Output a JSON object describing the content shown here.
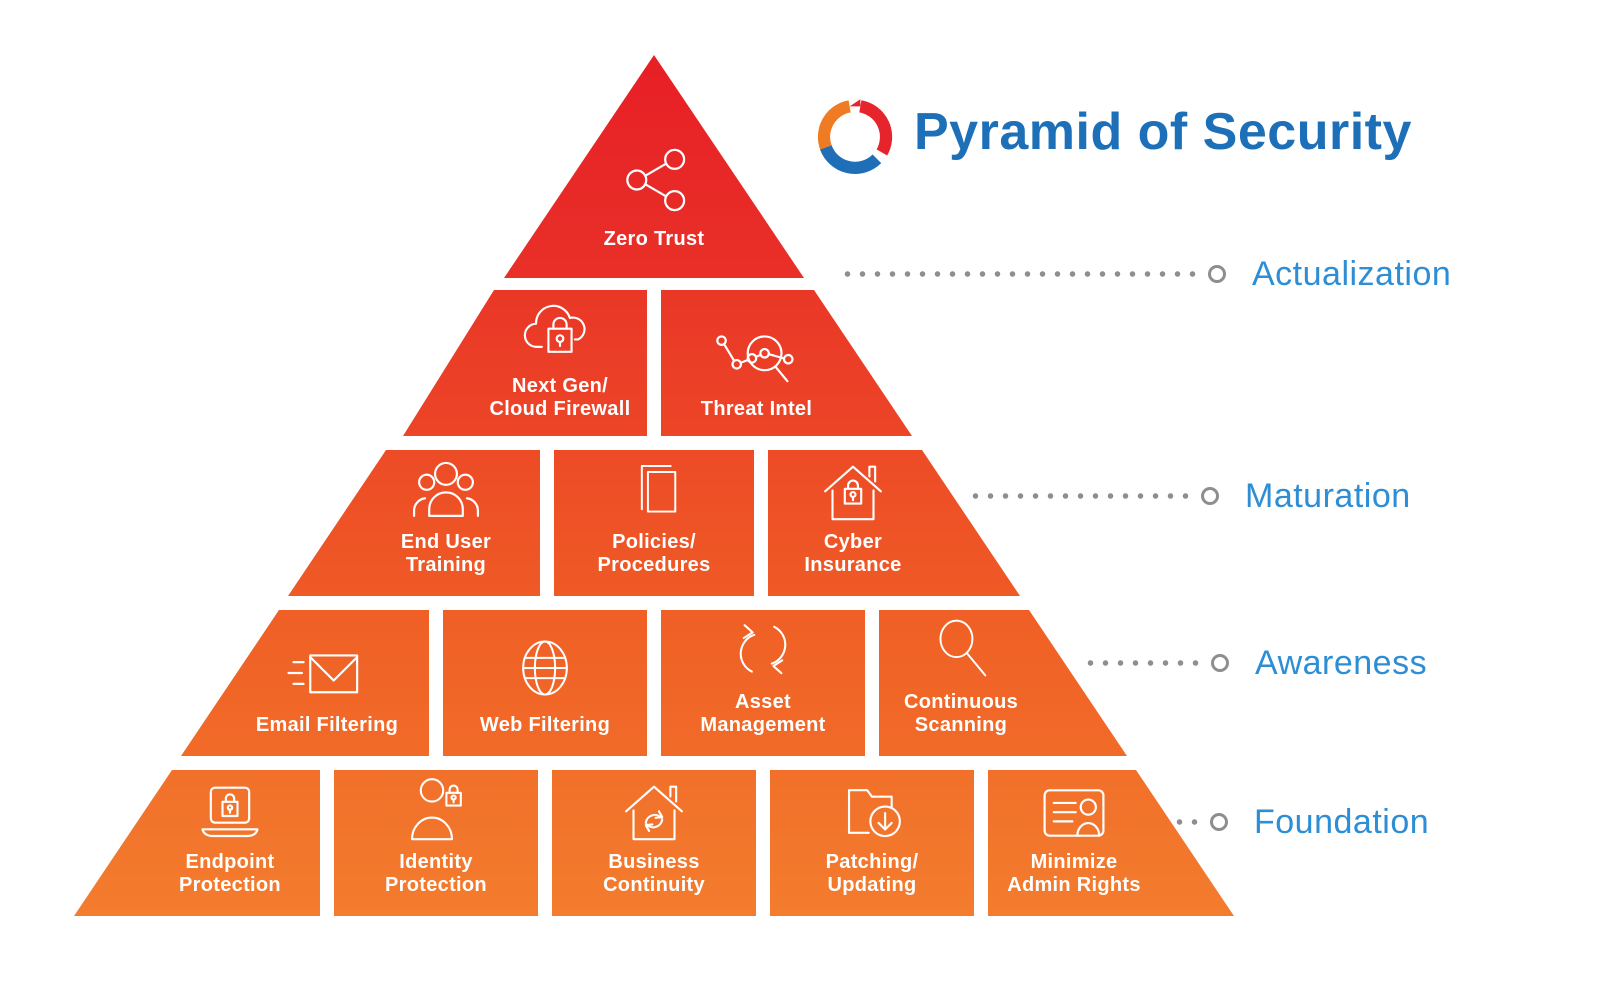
{
  "header": {
    "title": "Pyramid of Security",
    "logo_icon": "cycle-arrows-logo"
  },
  "tiers": [
    {
      "label": "Actualization"
    },
    {
      "label": "Maturation"
    },
    {
      "label": "Awareness"
    },
    {
      "label": "Foundation"
    }
  ],
  "pyramid": {
    "rows": [
      {
        "level": 1,
        "color_top": "#e71f26",
        "color_bottom": "#e93028",
        "blocks": [
          {
            "label": "Zero Trust",
            "icon": "share-network-icon"
          }
        ]
      },
      {
        "level": 2,
        "color_top": "#ea3727",
        "color_bottom": "#ec4527",
        "blocks": [
          {
            "label": "Next Gen/\nCloud Firewall",
            "icon": "cloud-firewall-lock-icon"
          },
          {
            "label": "Threat Intel",
            "icon": "threat-intel-graph-icon"
          }
        ]
      },
      {
        "level": 3,
        "color_top": "#ed4b26",
        "color_bottom": "#ef5a26",
        "blocks": [
          {
            "label": "End User\nTraining",
            "icon": "user-group-icon"
          },
          {
            "label": "Policies/\nProcedures",
            "icon": "documents-icon"
          },
          {
            "label": "Cyber\nInsurance",
            "icon": "house-lock-icon"
          }
        ]
      },
      {
        "level": 4,
        "color_top": "#f05f26",
        "color_bottom": "#f16b28",
        "blocks": [
          {
            "label": "Email Filtering",
            "icon": "email-send-icon"
          },
          {
            "label": "Web Filtering",
            "icon": "globe-icon"
          },
          {
            "label": "Asset\nManagement",
            "icon": "cycle-arrows-icon"
          },
          {
            "label": "Continuous\nScanning",
            "icon": "magnifier-icon"
          }
        ]
      },
      {
        "level": 5,
        "color_top": "#f2702a",
        "color_bottom": "#f37c2e",
        "blocks": [
          {
            "label": "Endpoint\nProtection",
            "icon": "laptop-lock-icon"
          },
          {
            "label": "Identity\nProtection",
            "icon": "person-lock-icon"
          },
          {
            "label": "Business\nContinuity",
            "icon": "house-refresh-icon"
          },
          {
            "label": "Patching/\nUpdating",
            "icon": "folder-download-icon"
          },
          {
            "label": "Minimize\nAdmin Rights",
            "icon": "id-card-icon"
          }
        ]
      }
    ]
  },
  "colors": {
    "title_blue": "#1d6fb8",
    "tier_label_blue": "#2e8ed5",
    "dot_gray": "#8e8e8e",
    "logo_orange": "#ef7c23",
    "logo_red": "#e6242b",
    "logo_blue": "#1e6fb8"
  }
}
